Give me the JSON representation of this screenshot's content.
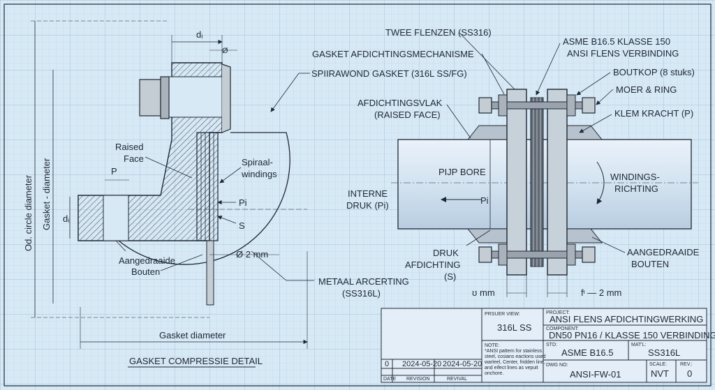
{
  "colors": {
    "paper": "#d8e9f6",
    "grid_minor": "#b9d2e8",
    "grid_major": "#9fbfdc",
    "ink": "#1d2733",
    "steel": "#9aa3ad",
    "steel_dark": "#6e7782"
  },
  "left_view": {
    "dim_top_di": "dᵢ",
    "dim_top_phi": "Ø",
    "od_circle_diameter": "Od. circle diameter",
    "gasket_diameter_vertical": "Gasket - diameter",
    "dim_side_di": "dᵢ",
    "dim_p": "P",
    "raised_face": [
      "Raised",
      "Face"
    ],
    "spiral_windings": [
      "Spiraal-",
      "windings"
    ],
    "pi": "Pi",
    "s": "S",
    "phi_2mm": "Ø 2 mm",
    "threaded_bolts": [
      "Aangedraaide",
      "Bouten"
    ],
    "gasket_diameter_bottom": "Gasket diameter",
    "caption": "GASKET COMPRESSIE DETAIL"
  },
  "callouts": {
    "spiral_gasket": "SPIIRAWOND GASKET (316L SS/FG)",
    "metal_ring": [
      "METAAL ARCERTING",
      "(SS316L)"
    ]
  },
  "right_view": {
    "two_flanges": "TWEE FLENZEN (SS316)",
    "gasket_mechanism": "GASKET AFDICHTINGSMECHANISME",
    "asme_class": [
      "ASME B16.5 KLASSE 150",
      "ANSI FLENS VERBINDING"
    ],
    "bolt_head": "BOUTKOP (8 stuks)",
    "nut_ring": "MOER & RING",
    "clamp_force": "KLEM KRACHT (P)",
    "sealing_face": [
      "AFDICHTINGSVLAK",
      "(RAISED FACE)"
    ],
    "pipe_bore": "PIJP BORE",
    "internal_pressure": [
      "INTERNE",
      "DRUK (Pi)"
    ],
    "pi": "Pi",
    "winding_direction": [
      "WINDINGS-",
      "RICHTING"
    ],
    "pressure_seal": [
      "DRUK",
      "AFDICHTING",
      "(S)"
    ],
    "threaded_bolts": [
      "AANGEDRAAIDE",
      "BOUTEN"
    ],
    "dim_left": "ʊ mm",
    "dim_right": "fᶦ — 2 mm"
  },
  "title_block": {
    "rev_row": {
      "rev": "0",
      "date1": "2024-05-20",
      "date2": "2024-05-20"
    },
    "headers": {
      "date": "DATE",
      "revision": "REVISION",
      "revival": "REVIVAL"
    },
    "view_label": "PRSUER VIEW:",
    "view_value": "316L SS",
    "note_label": "NOTE:",
    "note_text": [
      "*ANSI pattern for stainless",
      "steel, cosians eactions used",
      "warleel, Center, fridden line,",
      "and eifect lines as vepuit",
      "onchore."
    ],
    "project_label": "PROJECT:",
    "project_value": "ANSI FLENS AFDICHTINGWERKING",
    "component_label": "COMPONENT:",
    "component_value": "DN50 PN16 / KLASSE 150 VERBINDING",
    "std_label": "STD:",
    "std_value": "ASME B16.5",
    "mat_label": "MAT'L:",
    "mat_value": "SS316L",
    "dwg_label": "DWG NO:",
    "dwg_value": "ANSI-FW-01",
    "scale_label": "SCALE:",
    "scale_value": "NVT",
    "rev_label": "REV.:",
    "rev_value": "0"
  }
}
